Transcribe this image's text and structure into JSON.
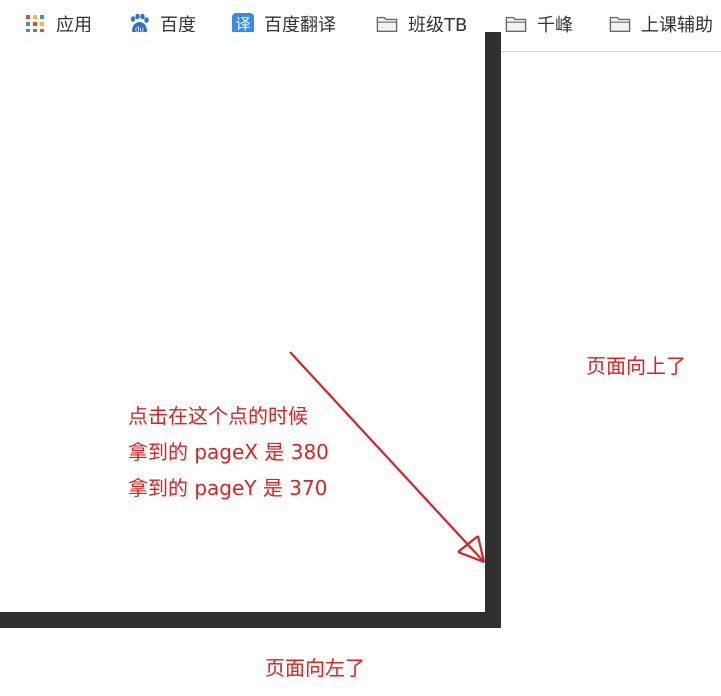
{
  "bookmarks": [
    {
      "label": "应用",
      "icon": "apps-grid-icon"
    },
    {
      "label": "百度",
      "icon": "baidu-paw-icon"
    },
    {
      "label": "百度翻译",
      "icon": "baidu-translate-icon"
    },
    {
      "label": "班级TB",
      "icon": "folder-icon"
    },
    {
      "label": "千峰",
      "icon": "folder-icon"
    },
    {
      "label": "上课辅助",
      "icon": "folder-icon"
    }
  ],
  "icons": {
    "translate_glyph": "译",
    "baidu_text": "du"
  },
  "annotations": {
    "line1": "点击在这个点的时候",
    "line2": "拿到的 pageX 是 380",
    "line3": "拿到的 pageY 是 370",
    "page_up": "页面向上了",
    "page_left": "页面向左了"
  },
  "colors": {
    "annotation": "#d42424",
    "box_border": "#2f2f2f",
    "translate_icon_bg": "#3b8ae6",
    "baidu_blue": "#2f6fd8"
  }
}
